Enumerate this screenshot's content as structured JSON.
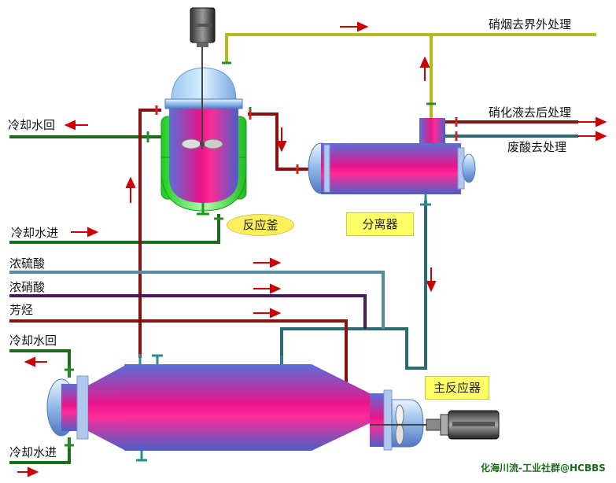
{
  "labels": {
    "nitro_fume": "硝烟去界外处理",
    "nitration_liquid": "硝化液去后处理",
    "waste_acid": "废酸去处理",
    "cool_return_top": "冷却水回",
    "cool_in_top": "冷却水进",
    "conc_sulfuric": "浓硫酸",
    "conc_nitric": "浓硝酸",
    "aromatic": "芳烃",
    "cool_return_bottom": "冷却水回",
    "cool_in_bottom": "冷却水进"
  },
  "equipment": {
    "reactor": "反应釜",
    "separator": "分离器",
    "main_reactor": "主反应器"
  },
  "credit": "化海川流-工业社群@HCBBS",
  "colors": {
    "vessel_magenta": "#e8158a",
    "vessel_blue": "#4466cc",
    "pipe_red": "#8b1010",
    "pipe_green": "#1d6b1d",
    "pipe_teal": "#3b7a80",
    "pipe_yellow": "#b8b820",
    "pipe_purple": "#4a1a5a",
    "jacket_green": "#33dd33",
    "arrow_red": "#cc0000",
    "tag_yellow": "#ffff66"
  }
}
